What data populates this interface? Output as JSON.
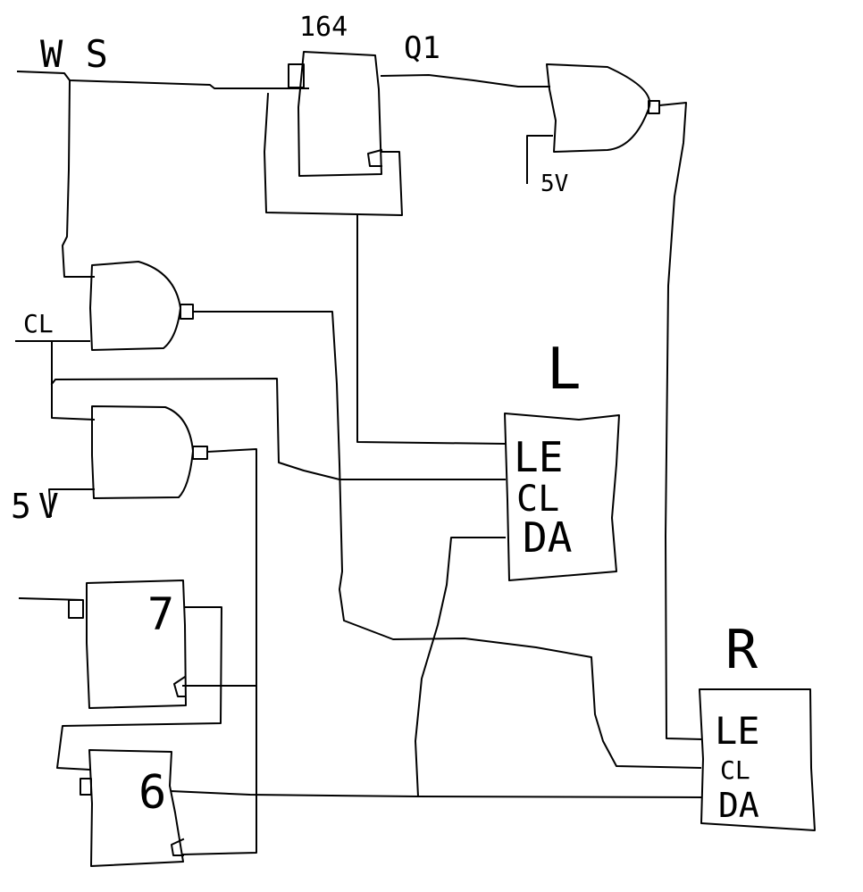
{
  "labels": {
    "ws": "W S",
    "cl": "CL",
    "five_v_lower": "5V",
    "ic_164": "164",
    "q1": "Q1",
    "five_v_upper": "5V",
    "ic_7": "7",
    "ic_6": "6",
    "left_title": "L",
    "left_le": "LE",
    "left_cl": "CL",
    "left_da": "DA",
    "right_title": "R",
    "right_le": "LE",
    "right_cl": "CL",
    "right_da": "DA"
  },
  "colors": {
    "ink": "#000000",
    "background": "#ffffff"
  }
}
